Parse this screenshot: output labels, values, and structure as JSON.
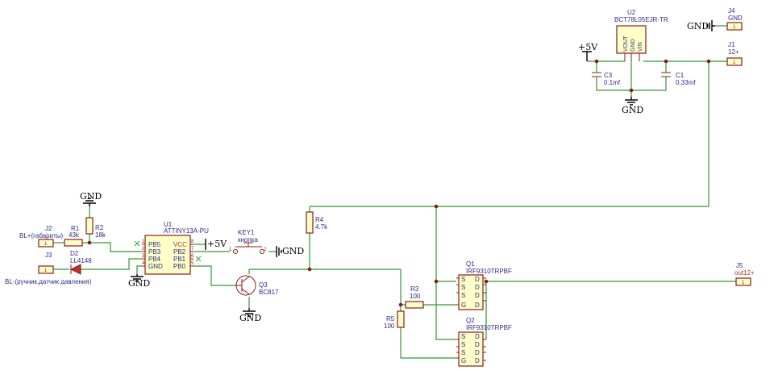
{
  "power": {
    "gnd": "GND",
    "vcc": "+5V"
  },
  "U1": {
    "ref": "U1",
    "value": "ATTINY13A-PU",
    "pins": {
      "pb5": "PB5",
      "pb3": "PB3",
      "pb4": "PB4",
      "gnd": "GND",
      "vcc": "VCC",
      "pb2": "PB2",
      "pb1": "PB1",
      "pb0": "PB0"
    },
    "pin_numbers": [
      "1",
      "2",
      "3",
      "4",
      "8",
      "7",
      "6",
      "5"
    ]
  },
  "U2": {
    "ref": "U2",
    "value": "BCT78L05EJR-TR",
    "pins": [
      "VOUT",
      "GND",
      "VIN"
    ]
  },
  "KEY1": {
    "ref": "KEY1",
    "value": "кнопка",
    "pin1": "1",
    "pin2": "2"
  },
  "Q1": {
    "ref": "Q1",
    "value": "IRF9310TRPBF"
  },
  "Q2": {
    "ref": "Q2",
    "value": "IRF9310TRPBF"
  },
  "mosfet_pins": {
    "s": "S",
    "d": "D",
    "g": "G"
  },
  "Q3": {
    "ref": "Q3",
    "value": "BC817"
  },
  "R1": {
    "ref": "R1",
    "value": "43k"
  },
  "R2": {
    "ref": "R2",
    "value": "18k"
  },
  "R3": {
    "ref": "R3",
    "value": "100"
  },
  "R4": {
    "ref": "R4",
    "value": "4.7k"
  },
  "R5": {
    "ref": "R5",
    "value": "100"
  },
  "C1": {
    "ref": "C1",
    "value": "0.33mf"
  },
  "C3": {
    "ref": "C3",
    "value": "0.1mf"
  },
  "D2": {
    "ref": "D2",
    "value": "LL4148"
  },
  "J1": {
    "ref": "J1",
    "value": "12+",
    "pin": "1"
  },
  "J2": {
    "ref": "J2",
    "value": "BL+(габариты)",
    "pin": "1"
  },
  "J3": {
    "ref": "J3",
    "value": "BL-(ручник,датчик давления)",
    "pin": "1"
  },
  "J4": {
    "ref": "J4",
    "value": "GND",
    "pin": "1"
  },
  "J5": {
    "ref": "J5",
    "value": "out12+",
    "pin": "1"
  },
  "colors": {
    "wire": "#2f9a2f",
    "component": "#8b1a1a",
    "fill": "#ffffc8",
    "text": "#2a2a8a"
  }
}
